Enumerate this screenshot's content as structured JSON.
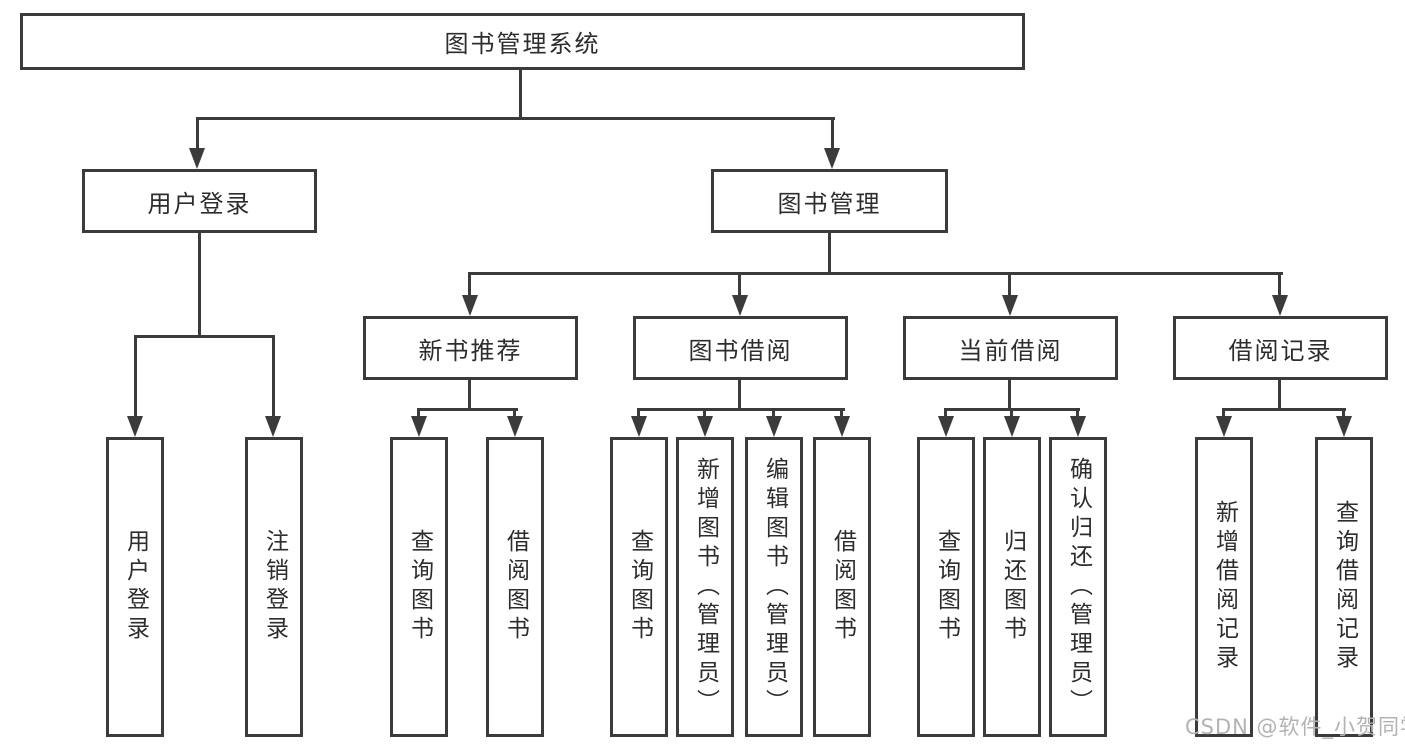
{
  "diagram": {
    "root": {
      "label": "图书管理系统"
    },
    "level2": [
      {
        "label": "用户登录"
      },
      {
        "label": "图书管理"
      }
    ],
    "level3": [
      {
        "label": "新书推荐"
      },
      {
        "label": "图书借阅"
      },
      {
        "label": "当前借阅"
      },
      {
        "label": "借阅记录"
      }
    ],
    "leaves": {
      "user": [
        {
          "label": "用户登录"
        },
        {
          "label": "注销登录"
        }
      ],
      "recommend": [
        {
          "label": "查询图书"
        },
        {
          "label": "借阅图书"
        }
      ],
      "borrow": [
        {
          "label": "查询图书"
        },
        {
          "label": "新增图书（管理员）"
        },
        {
          "label": "编辑图书（管理员）"
        },
        {
          "label": "借阅图书"
        }
      ],
      "current": [
        {
          "label": "查询图书"
        },
        {
          "label": "归还图书"
        },
        {
          "label": "确认归还（管理员）"
        }
      ],
      "records": [
        {
          "label": "新增借阅记录"
        },
        {
          "label": "查询借阅记录"
        }
      ]
    }
  },
  "watermark": {
    "text": "CSDN @软件_小贺同学"
  },
  "colors": {
    "line": "#3b3b3b",
    "text": "#2d2d2d",
    "watermark": "#b3b3b3",
    "bg": "#ffffff"
  }
}
